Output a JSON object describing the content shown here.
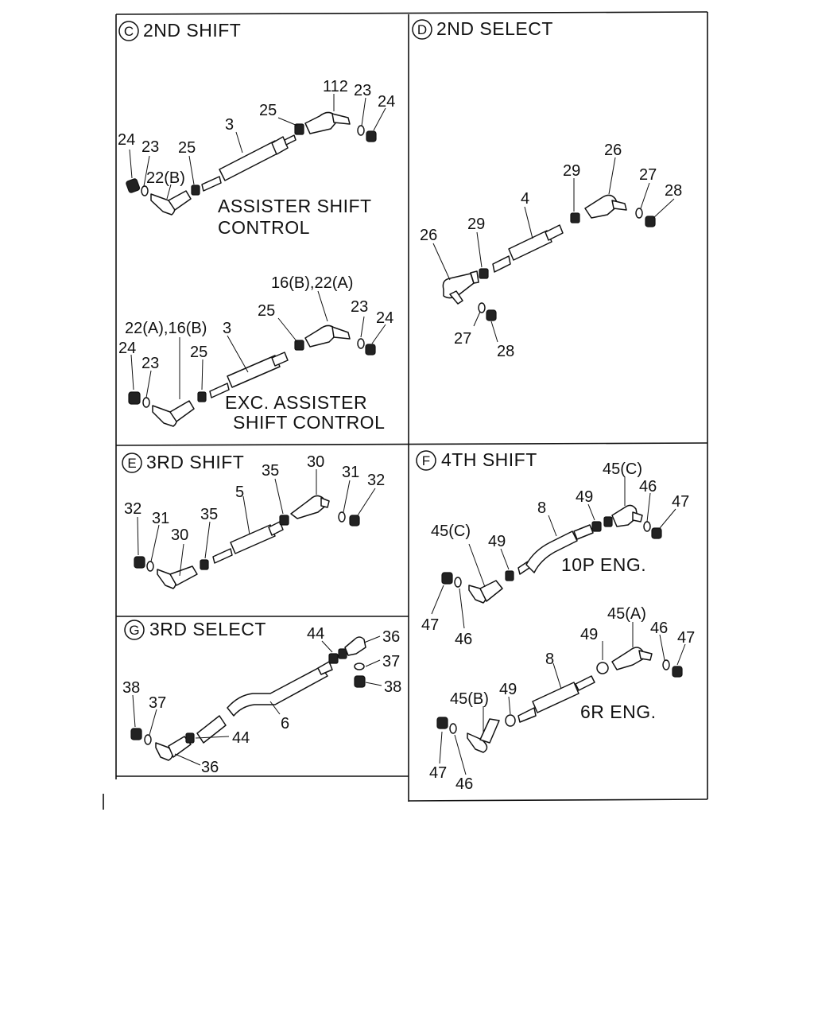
{
  "sections": {
    "c": {
      "letter": "C",
      "title": "2ND SHIFT"
    },
    "d": {
      "letter": "D",
      "title": "2ND SELECT"
    },
    "e": {
      "letter": "E",
      "title": "3RD SHIFT"
    },
    "f": {
      "letter": "F",
      "title": "4TH SHIFT"
    },
    "g": {
      "letter": "G",
      "title": "3RD SELECT"
    }
  },
  "captions": {
    "assister_line1": "ASSISTER SHIFT",
    "assister_line2": "CONTROL",
    "exc_line1": "EXC. ASSISTER",
    "exc_line2": "SHIFT CONTROL",
    "p10_eng": "10P ENG.",
    "r6_eng": "6R ENG."
  },
  "labels": {
    "c1": [
      "24",
      "23",
      "22(B)",
      "25",
      "3",
      "25",
      "112",
      "23",
      "24"
    ],
    "c2": [
      "16(B),22(A)",
      "22(A),16(B)",
      "3",
      "25",
      "23",
      "24",
      "24",
      "23",
      "25"
    ],
    "d": [
      "26",
      "29",
      "4",
      "29",
      "26",
      "27",
      "28",
      "27",
      "28"
    ],
    "e": [
      "32",
      "31",
      "30",
      "35",
      "5",
      "35",
      "30",
      "31",
      "32"
    ],
    "f1": [
      "45(C)",
      "46",
      "47",
      "49",
      "8",
      "45(C)",
      "49",
      "47",
      "46"
    ],
    "f2": [
      "45(A)",
      "46",
      "47",
      "49",
      "8",
      "45(B)",
      "49",
      "47",
      "46"
    ],
    "g": [
      "44",
      "36",
      "37",
      "38",
      "38",
      "37",
      "6",
      "44",
      "36"
    ]
  }
}
